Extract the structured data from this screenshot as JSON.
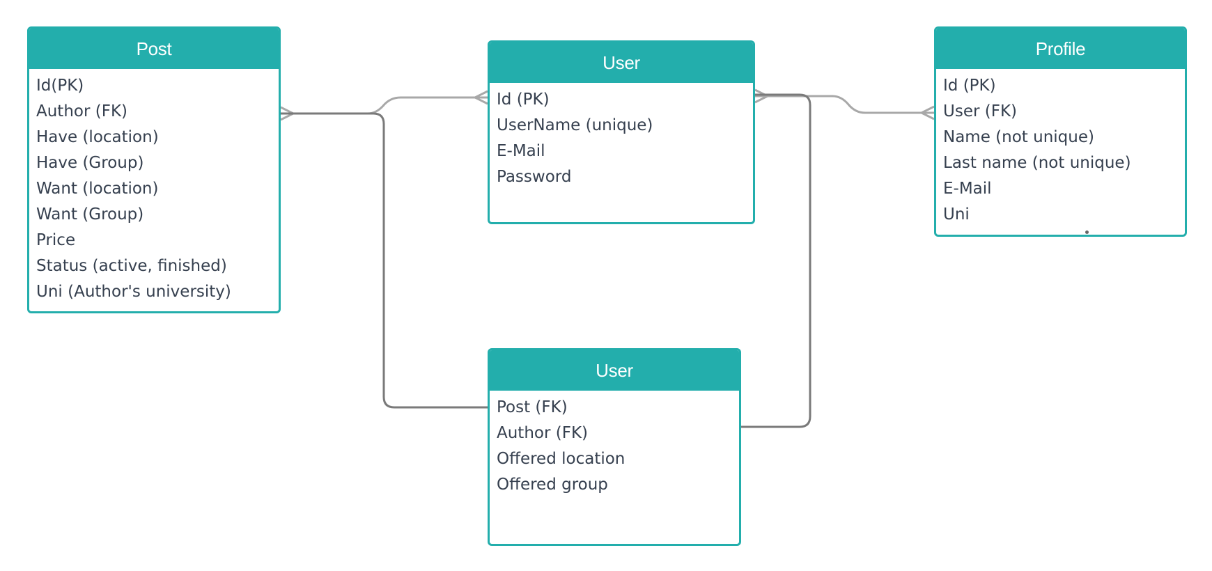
{
  "entities": {
    "post": {
      "title": "Post",
      "fields": [
        "Id(PK)",
        "Author (FK)",
        "Have (location)",
        "Have (Group)",
        "Want (location)",
        "Want (Group)",
        "Price",
        "Status (active, finished)",
        "Uni (Author's university)"
      ]
    },
    "user": {
      "title": "User",
      "fields": [
        "Id (PK)",
        "UserName (unique)",
        "E-Mail",
        "Password"
      ]
    },
    "profile": {
      "title": "Profile",
      "fields": [
        "Id (PK)",
        "User (FK)",
        "Name (not unique)",
        "Last name (not unique)",
        "E-Mail",
        "Uni"
      ]
    },
    "offer": {
      "title": "User",
      "fields": [
        "Post (FK)",
        "Author (FK)",
        "Offered location",
        "Offered group"
      ]
    }
  },
  "colors": {
    "header": "#23aeac",
    "border": "#23aeac",
    "field_text": "#36404f",
    "light_connector": "#a8a8a8",
    "dark_connector": "#7a7a7a"
  },
  "relationships": [
    {
      "from": "post.Author (FK)",
      "to": "user.Id (PK)",
      "cardinality": "many-to-one"
    },
    {
      "from": "profile.User (FK)",
      "to": "user.Id (PK)",
      "cardinality": "many-to-one"
    },
    {
      "from": "offer.Post (FK)",
      "to": "post.Author (FK)",
      "cardinality": "many-to-one"
    },
    {
      "from": "offer.Author (FK)",
      "to": "user.Id (PK)",
      "cardinality": "many-to-one"
    }
  ]
}
